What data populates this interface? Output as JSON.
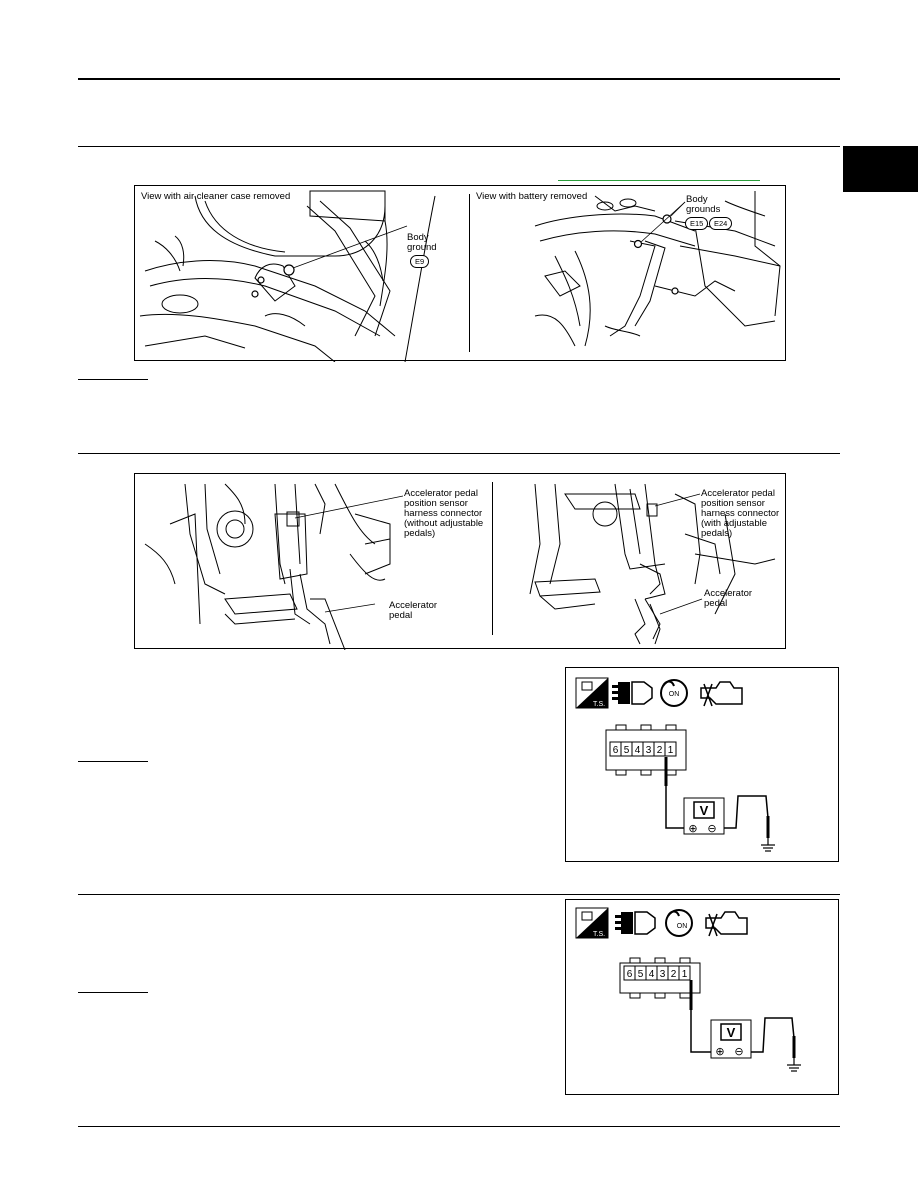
{
  "figure_ground": {
    "left_caption": "View with air cleaner case removed",
    "right_caption": "View with battery removed",
    "left_label_lines": [
      "Body",
      "ground"
    ],
    "left_badge": "E9",
    "right_label_lines": [
      "Body",
      "grounds"
    ],
    "right_badges": [
      "E15",
      "E24"
    ]
  },
  "figure_pedal": {
    "left_label_lines": [
      "Accelerator pedal",
      "position sensor",
      "harness connector",
      "(without adjustable",
      "pedals)"
    ],
    "left_pedal_lines": [
      "Accelerator",
      "pedal"
    ],
    "right_label_lines": [
      "Accelerator pedal",
      "position sensor",
      "harness connector",
      "(with adjustable",
      "pedals)"
    ],
    "right_pedal_lines": [
      "Accelerator",
      "pedal"
    ]
  },
  "check_panels": [
    {
      "ts_label": "T.S.",
      "on_label": "ON",
      "pins": [
        "6",
        "5",
        "4",
        "3",
        "2",
        "1"
      ],
      "probe_pin": "2",
      "meter": "V",
      "plus": "⊕",
      "minus": "⊖"
    },
    {
      "ts_label": "T.S.",
      "on_label": "ON",
      "pins": [
        "6",
        "5",
        "4",
        "3",
        "2",
        "1"
      ],
      "probe_pin": "1",
      "meter": "V",
      "plus": "⊕",
      "minus": "⊖"
    }
  ],
  "colors": {
    "link": "#2a9d3a",
    "ink": "#000000"
  }
}
